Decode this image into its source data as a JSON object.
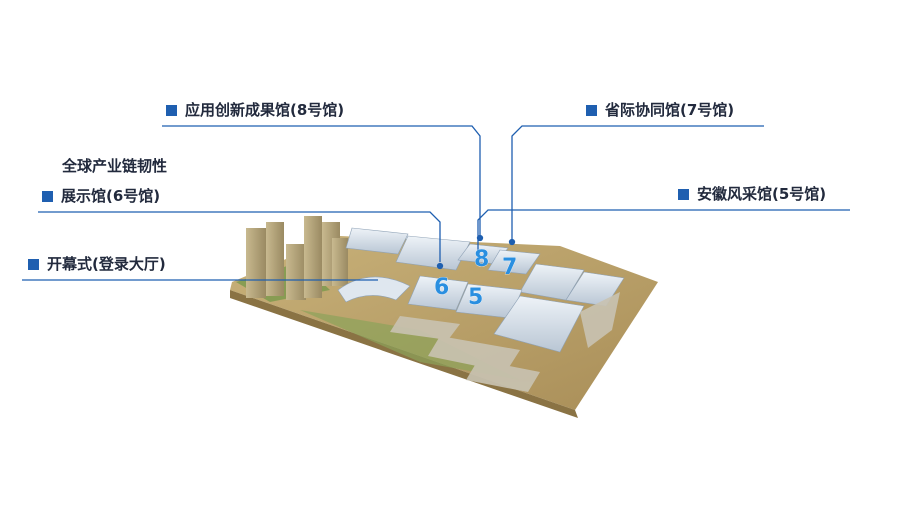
{
  "labels": {
    "hall8": "应用创新成果馆(8号馆)",
    "hall7": "省际协同馆(7号馆)",
    "hall6_line1": "全球产业链韧性",
    "hall6_line2": "展示馆(6号馆)",
    "hall5": "安徽风采馆(5号馆)",
    "opening": "开幕式(登录大厅)"
  },
  "hall_numbers": {
    "h8": "8",
    "h7": "7",
    "h6": "6",
    "h5": "5"
  },
  "colors": {
    "accent": "#1f5fb0",
    "leader_line": "#1f5fb0",
    "hall_number": "#2a8fe0",
    "label_text": "#222a3d"
  }
}
